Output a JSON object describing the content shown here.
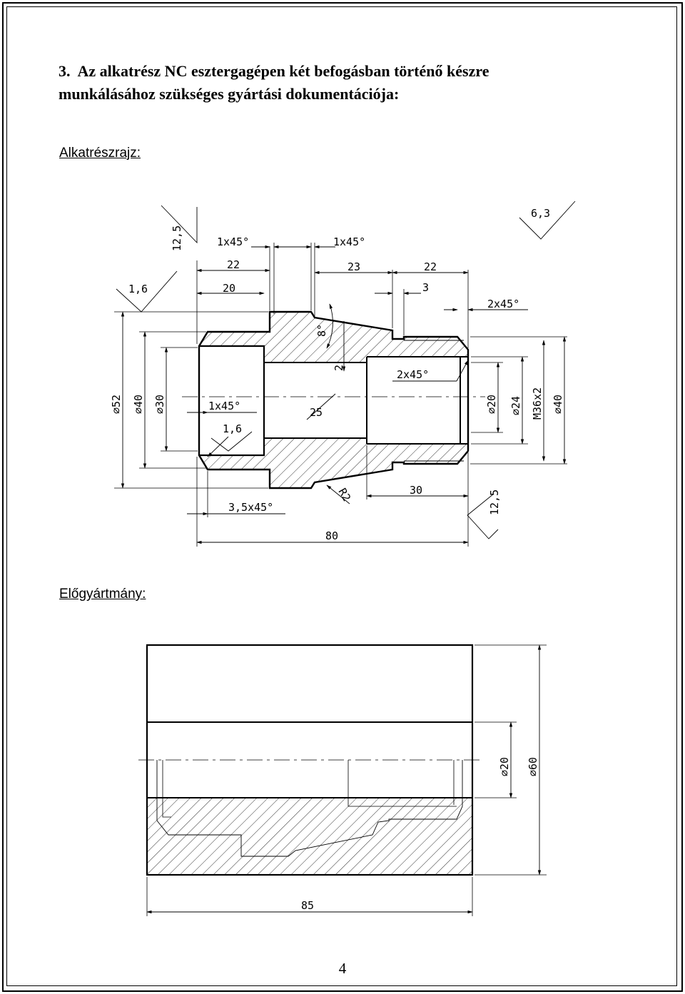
{
  "document": {
    "section_number": "3.",
    "title_line1": "Az alkatrész NC esztergagépen két befogásban történő készre",
    "title_line2": "munkálásához szükséges gyártási dokumentációja:",
    "part_drawing_label": "Alkatrészrajz:",
    "blank_drawing_label": "Előgyártmány:",
    "page_number": "4"
  },
  "part_drawing": {
    "roughness": [
      "12,5",
      "1,6",
      "6,3",
      "1,6",
      "12,5"
    ],
    "chamfers": [
      "1x45°",
      "1x45°",
      "2x45°",
      "2x45°",
      "1x45°",
      "3,5x45°"
    ],
    "lengths": [
      "22",
      "20",
      "23",
      "22",
      "3",
      "30",
      "80",
      "25"
    ],
    "diameters_left": [
      "⌀52",
      "⌀40",
      "⌀30"
    ],
    "diameters_right": [
      "⌀20",
      "⌀24",
      "M36x2",
      "⌀40"
    ],
    "angle": "8°",
    "small_dim": "2",
    "radius": "R2"
  },
  "blank_drawing": {
    "diameters": [
      "⌀20",
      "⌀60"
    ],
    "length": "85"
  }
}
